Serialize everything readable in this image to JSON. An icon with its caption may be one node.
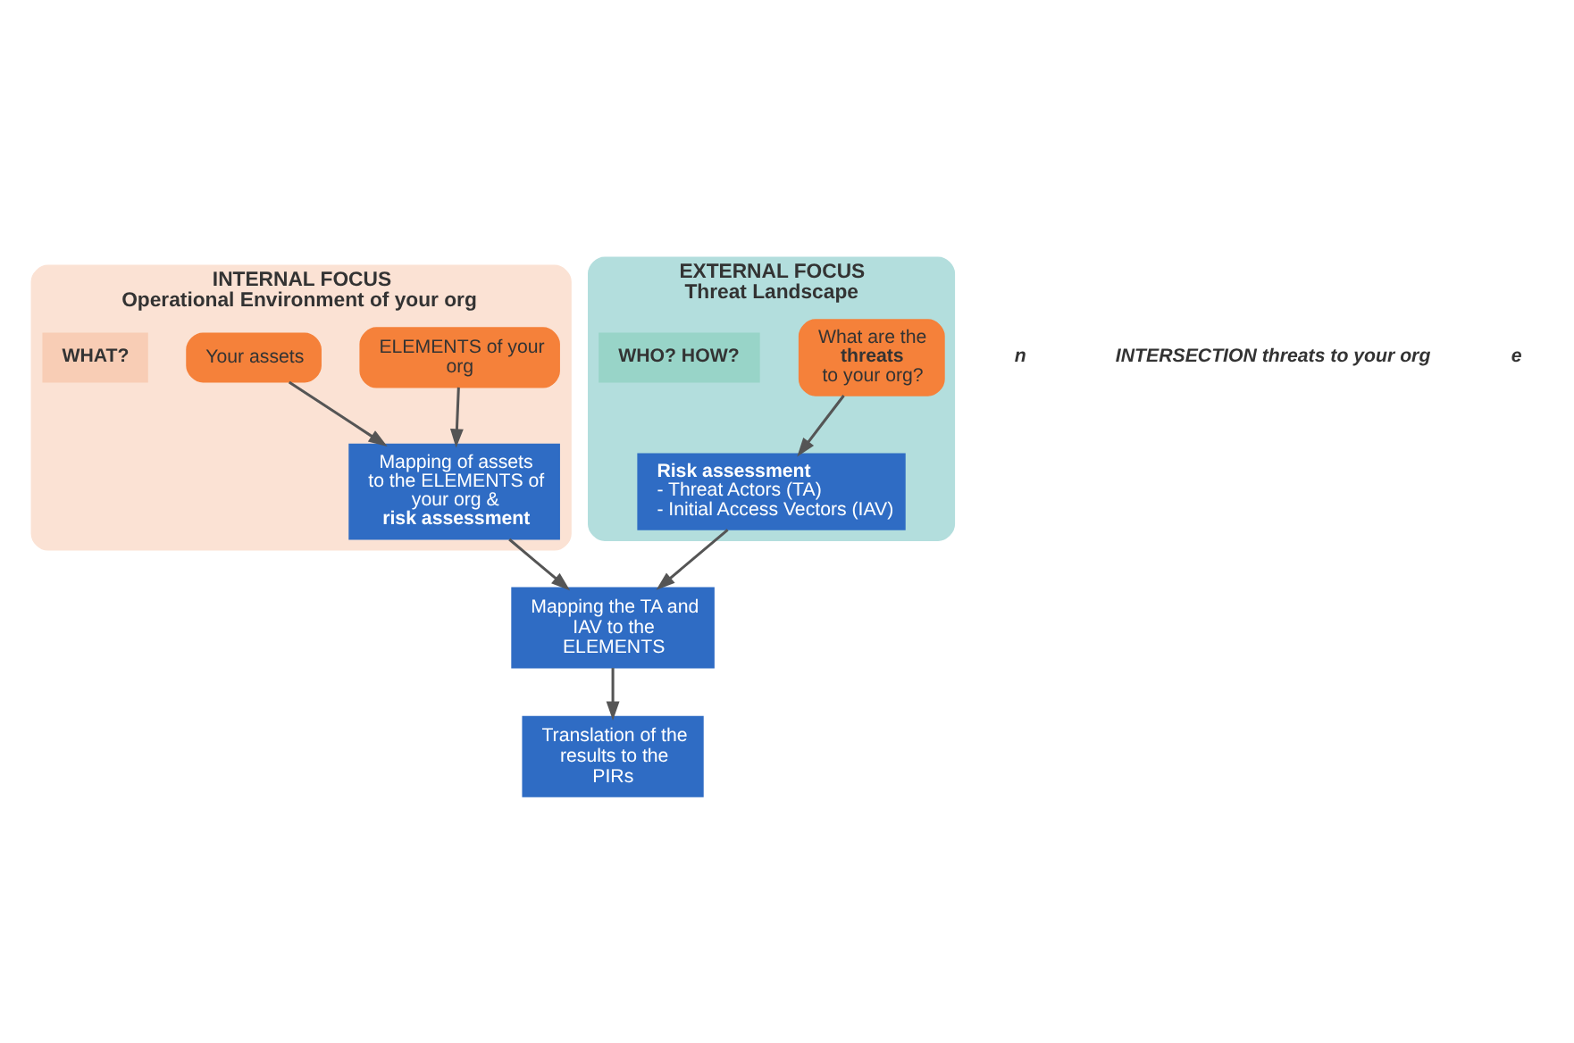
{
  "diagram": {
    "nodes": [
      {
        "text": [
          "INTERNAL FOCUS",
          "Operational Environment of your org"
        ]
      },
      {
        "text": [
          "EXTERNAL FOCUS",
          "Threat Landscape"
        ]
      },
      {
        "text": [
          "ELEMENTS of your org"
        ],
        "in": 0
      },
      {
        "text": [
          "Your assets"
        ],
        "in": 0
      },
      {
        "text": [
          "WHAT?"
        ],
        "in": 0
      },
      {
        "text": [
          "Mapping of assets to the ELEMENTS of your org & **risk assessment**"
        ],
        "in": 0
      },
      {
        "text": [
          "Mapping the TA and IAV to the ELEMENTS"
        ]
      },
      {
        "text": [
          "What are the **threats** to your org?"
        ],
        "in": 1
      },
      {
        "text": [
          "WHO? HOW?"
        ],
        "in": 1
      },
      {
        "text": [
          "Risk assessment",
          "- Threat Actors (TA)",
          "- Initial Access Vectors (IAV)"
        ],
        "in": 1
      },
      {
        "text": [
          "Translation of the results to the PIRs"
        ]
      }
    ],
    "edges": [
      {
        "from": 2,
        "to": 5,
        "arrow": "to"
      },
      {
        "from": 3,
        "to": 5,
        "arrow": "to"
      },
      {
        "from": 5,
        "to": 6,
        "arrow": "to"
      },
      {
        "from": 9,
        "to": 6,
        "arrow": "to"
      },
      {
        "from": 7,
        "to": 9,
        "arrow": "to"
      },
      {
        "from": 6,
        "to": 10,
        "arrow": "to"
      }
    ],
    "labels": [
      "n",
      "INTERSECTION threats to your org",
      "e"
    ]
  }
}
